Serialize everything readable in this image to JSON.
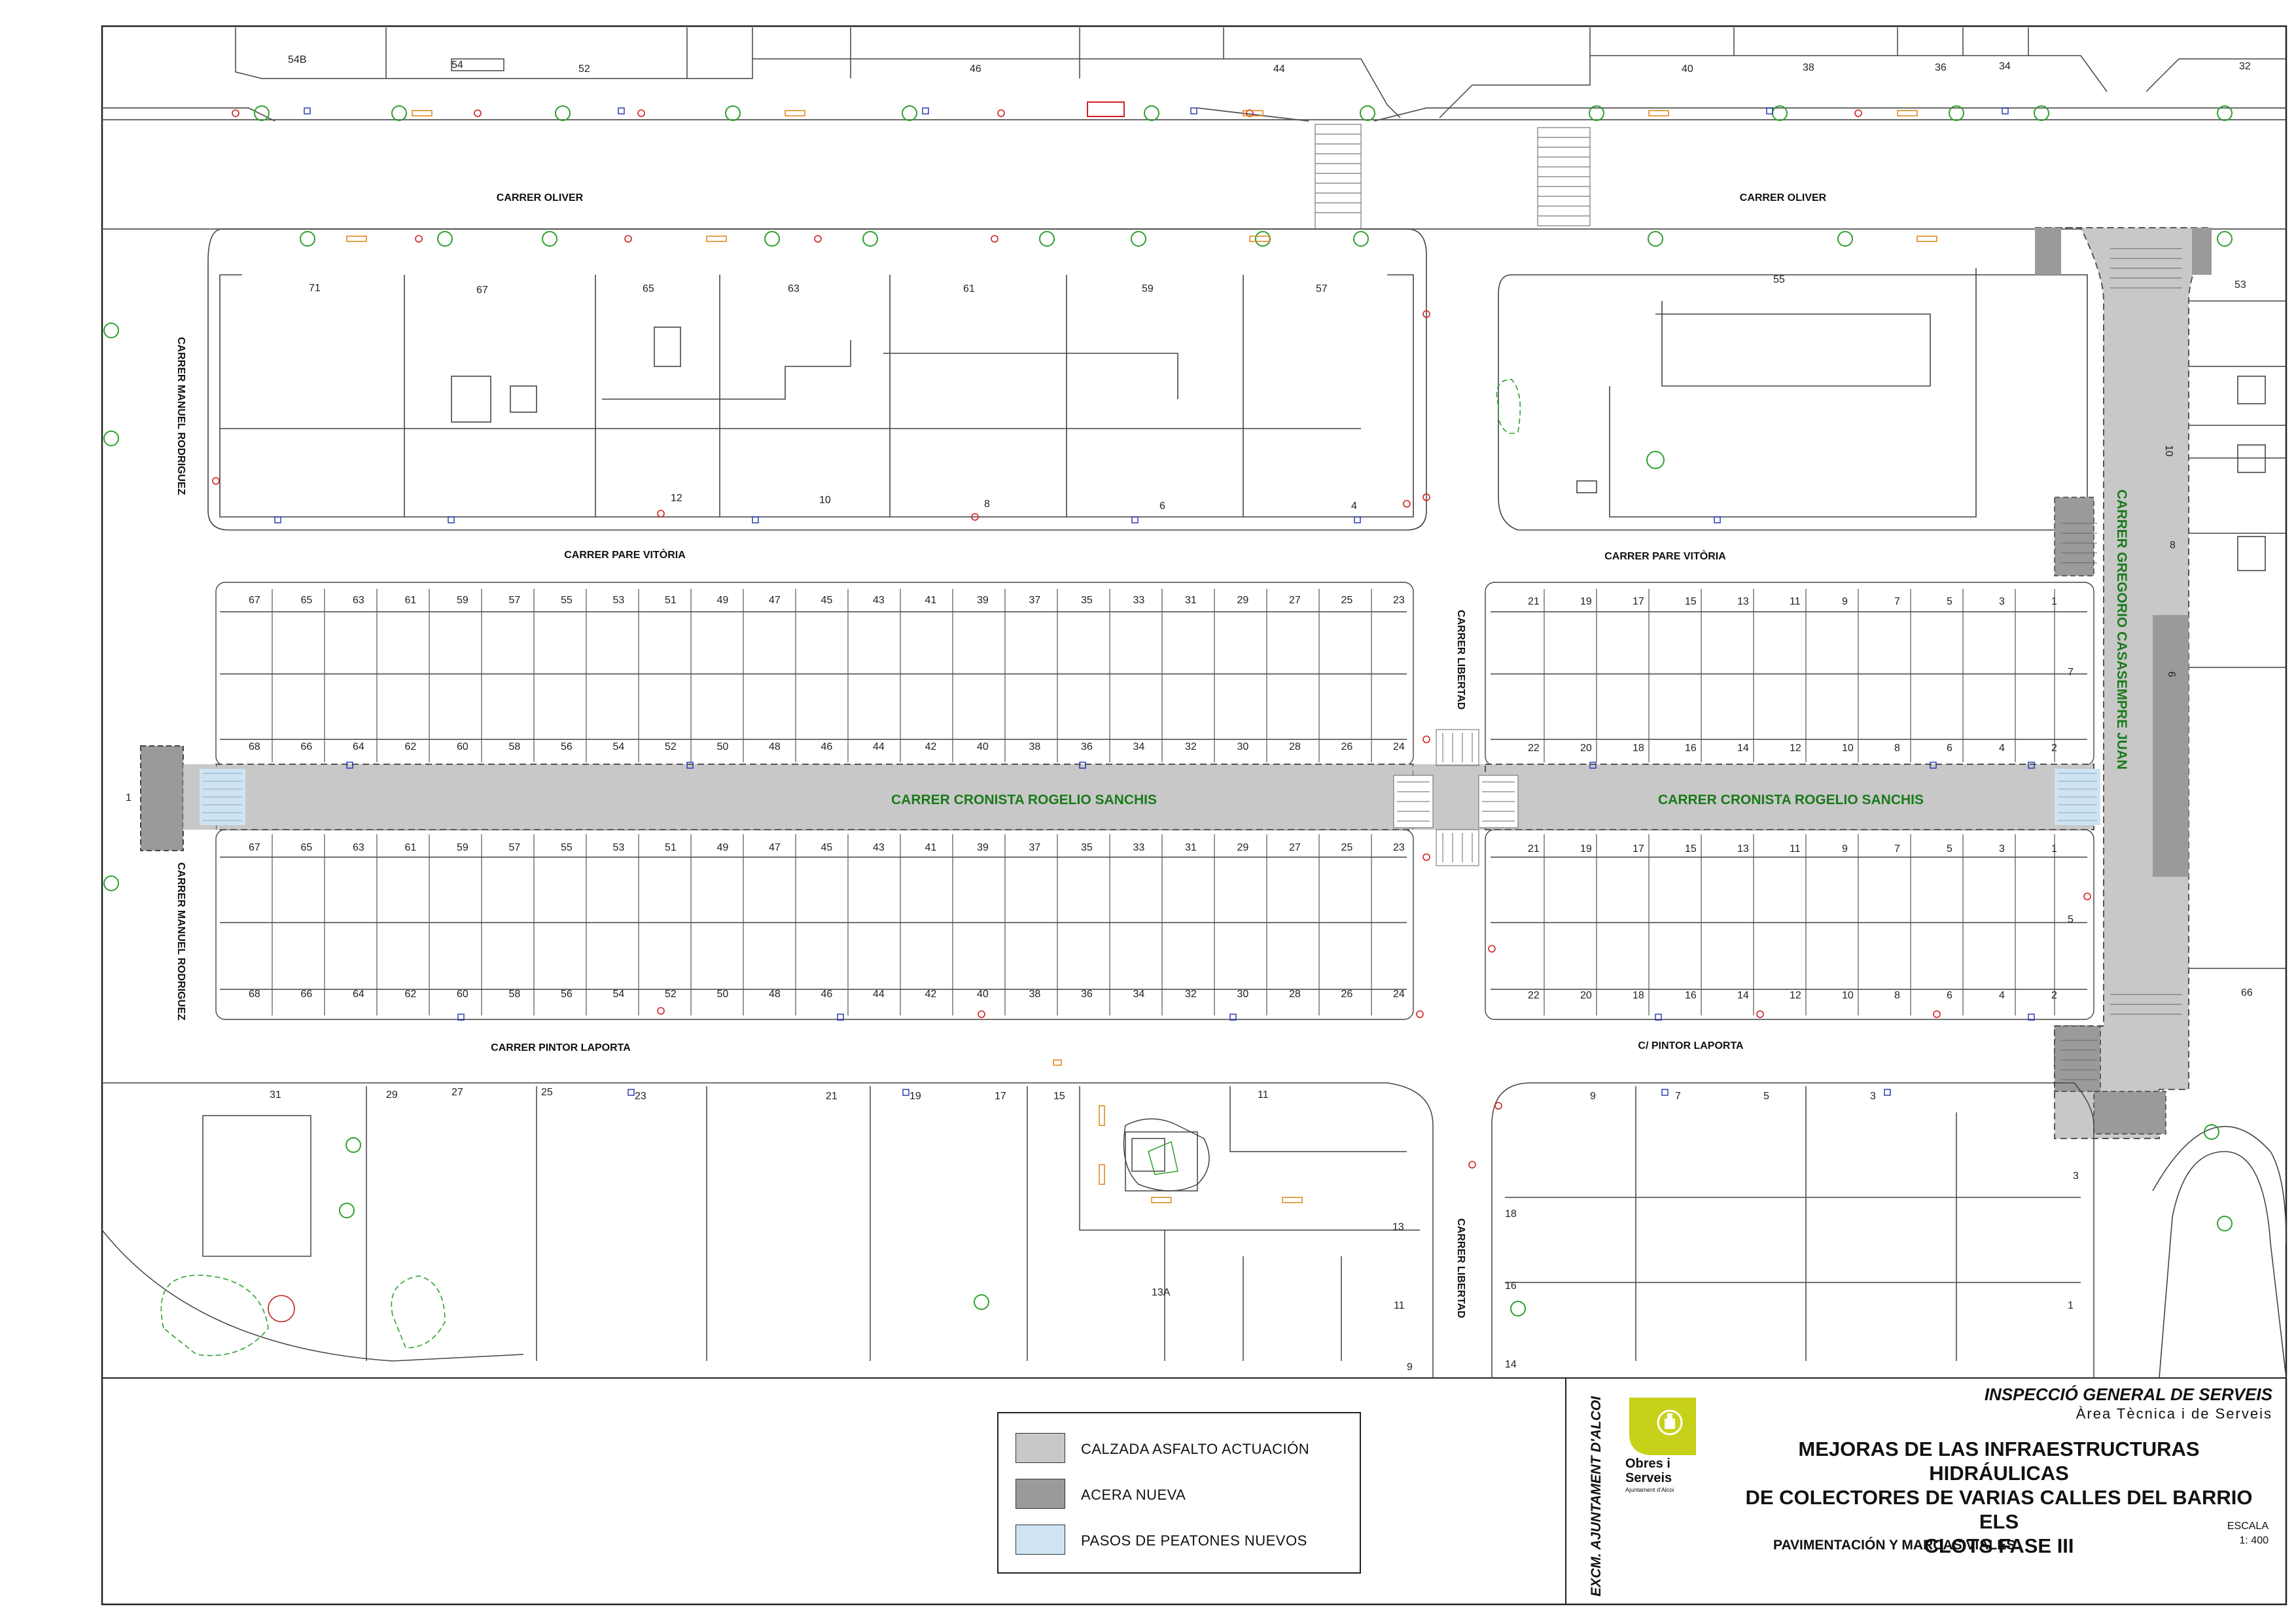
{
  "streets": {
    "oliver_left": "CARRER OLIVER",
    "oliver_right": "CARRER OLIVER",
    "pare_vitoria_left": "CARRER PARE VITÒRIA",
    "pare_vitoria_right": "CARRER PARE VITÒRIA",
    "manuel_rodriguez_top": "CARRER MANUEL RODRIGUEZ",
    "manuel_rodriguez_bottom": "CARRER MANUEL RODRIGUEZ",
    "libertad_top": "CARRER LIBERTAD",
    "libertad_bottom": "CARRER LIBERTAD",
    "cronista_left": "CARRER CRONISTA ROGELIO SANCHIS",
    "cronista_right": "CARRER CRONISTA ROGELIO SANCHIS",
    "gregorio": "CARRER   GREGORIO  CASASEMPRE  JUAN",
    "pintor_laporta_left": "CARRER PINTOR LAPORTA",
    "pintor_laporta_right": "C/ PINTOR LAPORTA"
  },
  "house_numbers": {
    "oliver_top_left": [
      "54B",
      "54",
      "52",
      "46",
      "44"
    ],
    "oliver_top_right": [
      "40",
      "38",
      "36",
      "34",
      "32"
    ],
    "block1_top": [
      "71",
      "67",
      "65",
      "63",
      "61",
      "59",
      "57"
    ],
    "block1_bottom": [
      "12",
      "10",
      "8",
      "6",
      "4"
    ],
    "block2_right": [
      "55",
      "53",
      "10",
      "8",
      "6",
      "66"
    ],
    "row_a_left": [
      "67",
      "65",
      "63",
      "61",
      "59",
      "57",
      "55",
      "53",
      "51",
      "49",
      "47",
      "45",
      "43",
      "41",
      "39",
      "37",
      "35",
      "33",
      "31",
      "29",
      "27",
      "25",
      "23"
    ],
    "row_b_left": [
      "68",
      "66",
      "64",
      "62",
      "60",
      "58",
      "56",
      "54",
      "52",
      "50",
      "48",
      "46",
      "44",
      "42",
      "40",
      "38",
      "36",
      "34",
      "32",
      "30",
      "28",
      "26",
      "24"
    ],
    "row_a_right": [
      "21",
      "19",
      "17",
      "15",
      "13",
      "11",
      "9",
      "7",
      "5",
      "3",
      "1"
    ],
    "row_b_right": [
      "22",
      "20",
      "18",
      "16",
      "14",
      "12",
      "10",
      "8",
      "6",
      "4",
      "2"
    ],
    "row_c_left": [
      "67",
      "65",
      "63",
      "61",
      "59",
      "57",
      "55",
      "53",
      "51",
      "49",
      "47",
      "45",
      "43",
      "41",
      "39",
      "37",
      "35",
      "33",
      "31",
      "29",
      "27",
      "25",
      "23"
    ],
    "row_d_left": [
      "68",
      "66",
      "64",
      "62",
      "60",
      "58",
      "56",
      "54",
      "52",
      "50",
      "48",
      "46",
      "44",
      "42",
      "40",
      "38",
      "36",
      "34",
      "32",
      "30",
      "28",
      "26",
      "24"
    ],
    "row_c_right": [
      "21",
      "19",
      "17",
      "15",
      "13",
      "11",
      "9",
      "7",
      "5",
      "3",
      "1"
    ],
    "row_d_right": [
      "22",
      "20",
      "18",
      "16",
      "14",
      "12",
      "10",
      "8",
      "6",
      "4",
      "2"
    ],
    "bottom_left": [
      "31",
      "29",
      "27",
      "25",
      "23",
      "21",
      "19",
      "17",
      "15",
      "11",
      "13",
      "13A",
      "11",
      "9"
    ],
    "bottom_right": [
      "9",
      "7",
      "5",
      "3",
      "18",
      "16",
      "14",
      "3",
      "1"
    ],
    "side_misc": [
      "1",
      "7",
      "5"
    ]
  },
  "legend": {
    "items": [
      {
        "label": "CALZADA ASFALTO ACTUACIÓN",
        "color": "#c8c8c8"
      },
      {
        "label": "ACERA NUEVA",
        "color": "#9a9a9a"
      },
      {
        "label": "PASOS DE PEATONES NUEVOS",
        "color": "#cfe4f2"
      }
    ]
  },
  "title_block": {
    "owner": "EXCM. AJUNTAMENT D'ALCOI",
    "logo_line1": "Obres i",
    "logo_line2": "Serveis",
    "logo_line3": "Ajuntament d'Alcoi",
    "department": "INSPECCIÓ GENERAL DE SERVEIS",
    "area": "Àrea Tècnica i de Serveis",
    "project_line1": "MEJORAS DE LAS INFRAESTRUCTURAS HIDRÁULICAS",
    "project_line2": "DE COLECTORES DE VARIAS CALLES DEL BARRIO ELS",
    "project_line3": "CLOTS  FASE III",
    "plan_title": "PAVIMENTACIÓN Y MARCAS VIALES",
    "scale_label": "ESCALA",
    "scale_value": "1: 400"
  },
  "colors": {
    "road": "#c8c8c8",
    "sidewalk_new": "#9a9a9a",
    "crosswalk": "#cfe4f2",
    "tree": "#2ea02e",
    "street_green": "#1a7a1a",
    "marker_red": "#d02020",
    "marker_blue": "#2030b0",
    "marker_orange": "#e08a20",
    "logo": "#c8d11a"
  }
}
